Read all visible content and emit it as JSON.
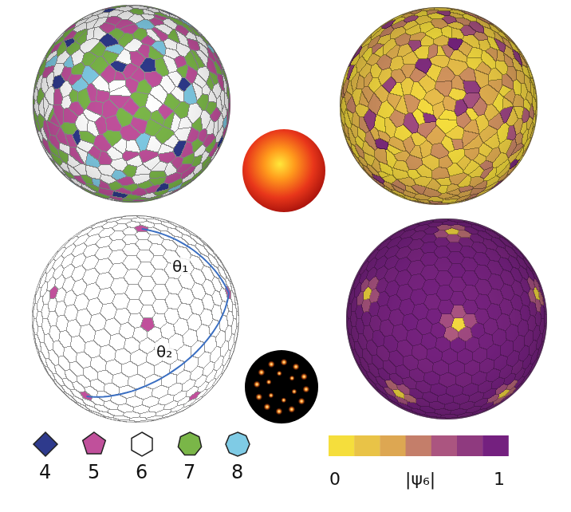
{
  "diagram": {
    "labels": [
      "θ₁",
      "θ₂",
      "0",
      "|ψ₆|",
      "1"
    ],
    "legend": [
      {
        "text": "4",
        "color": "#2e3a8c"
      },
      {
        "text": "5",
        "color": "#c0509b"
      },
      {
        "text": "6",
        "color": "#ffffff"
      },
      {
        "text": "7",
        "color": "#7ab648"
      },
      {
        "text": "8",
        "color": "#7fcbe5"
      }
    ]
  }
}
